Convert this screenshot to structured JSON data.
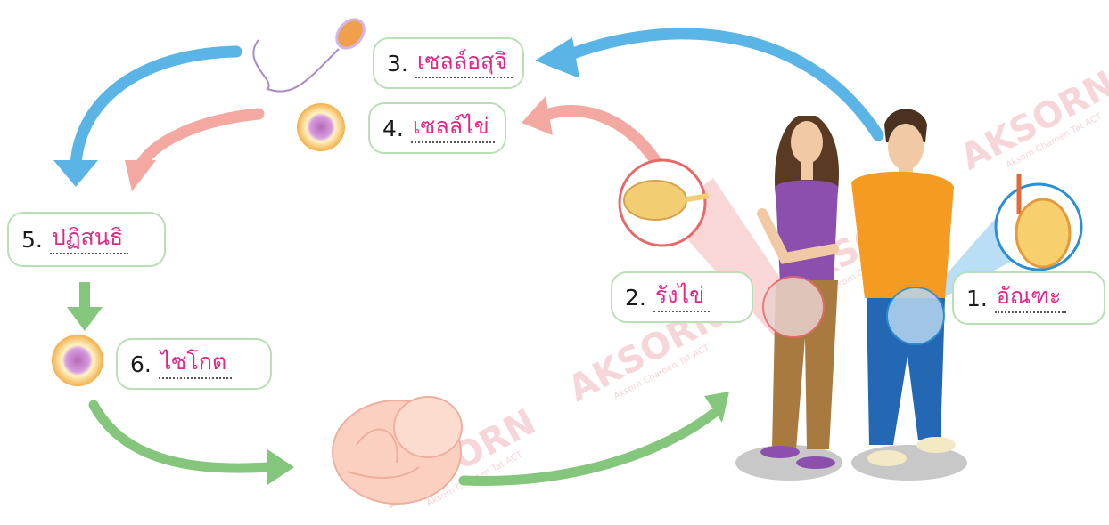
{
  "steps": {
    "s1": {
      "number": "1.",
      "answer": "อัณฑะ"
    },
    "s2": {
      "number": "2.",
      "answer": "รังไข่"
    },
    "s3": {
      "number": "3.",
      "answer": "เซลล์อสุจิ"
    },
    "s4": {
      "number": "4.",
      "answer": "เซลล์ไข่"
    },
    "s5": {
      "number": "5.",
      "answer": "ปฏิสนธิ"
    },
    "s6": {
      "number": "6.",
      "answer": "ไซโกต"
    }
  },
  "watermark": {
    "brand": "AKSORN",
    "sub": "Aksorn Charoen Tat ACT"
  },
  "colors": {
    "box_border": "#b9dfb4",
    "answer_text": "#e0288a",
    "arrow_blue": "#5ab4e5",
    "arrow_pink": "#f3a8a1",
    "arrow_green": "#84c77c"
  }
}
